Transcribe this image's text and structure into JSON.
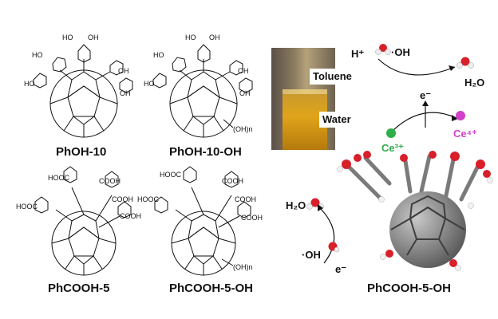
{
  "molecules": {
    "phoh10": {
      "label": "PhOH-10",
      "group": "HO",
      "group2": "OH"
    },
    "phoh10oh": {
      "label": "PhOH-10-OH",
      "group": "HO",
      "group2": "OH",
      "hydroxyl": "(OH)n"
    },
    "phcooh5": {
      "label": "PhCOOH-5",
      "acid": "COOH",
      "acid_left": "HOOC"
    },
    "phcooh5oh": {
      "label": "PhCOOH-5-OH",
      "acid": "COOH",
      "acid_left": "HOOC",
      "hydroxyl": "(OH)n"
    }
  },
  "vial": {
    "top_label": "Toluene",
    "bottom_label": "Water"
  },
  "scheme": {
    "proton": "H⁺",
    "radical": "·OH",
    "water": "H₂O",
    "electron": "e⁻",
    "ce3": "Ce³⁺",
    "ce4": "Ce⁴⁺",
    "model_label": "PhCOOH-5-OH",
    "lower_radical": "·OH",
    "lower_water": "H₂O",
    "lower_electron": "e⁻"
  },
  "colors": {
    "ce3": "#2fae4a",
    "ce4": "#d23fc8",
    "oxygen": "#d8202a",
    "carbon": "#8a8a8a",
    "hydrogen": "#f2f2f2"
  }
}
